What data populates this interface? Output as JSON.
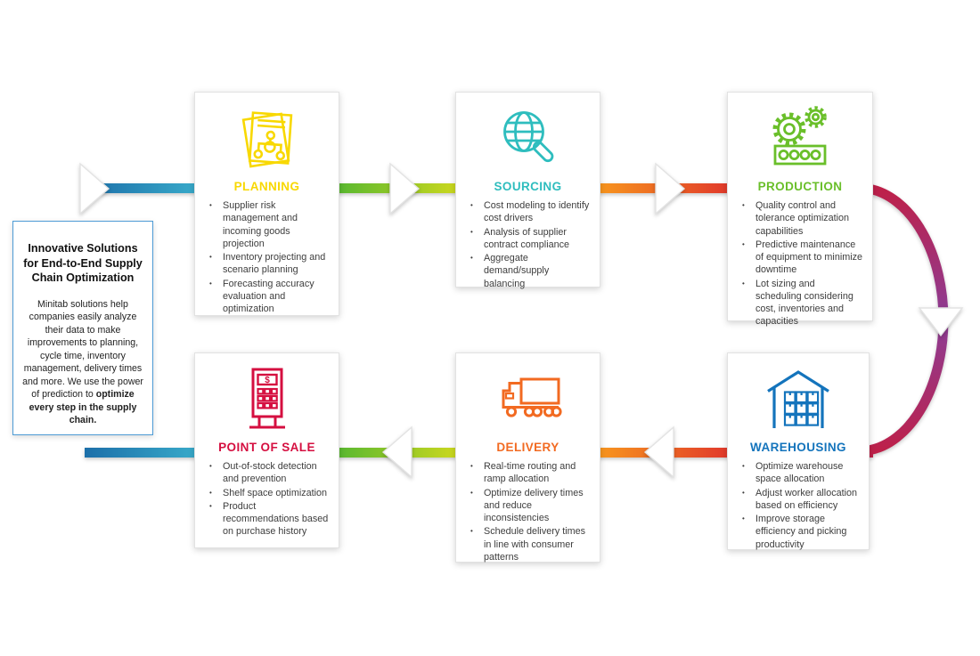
{
  "intro": {
    "title": "Innovative Solutions for End-to-End Supply Chain Optimization",
    "body": "Minitab solutions help companies easily analyze their data to make improvements to planning, cycle time, inventory management, delivery times and more. We use the power of prediction to ",
    "body_bold": "optimize every step in the supply chain."
  },
  "stages": [
    {
      "label": "PLANNING",
      "icon": "planning-documents-orgchart-icon",
      "color": "#F8D800",
      "bullets": [
        "Supplier risk management and incoming goods projection",
        "Inventory projecting and scenario planning",
        "Forecasting accuracy evaluation and optimization"
      ]
    },
    {
      "label": "SOURCING",
      "icon": "globe-magnifier-icon",
      "color": "#2EBDBE",
      "bullets": [
        "Cost modeling to identify cost drivers",
        "Analysis of supplier contract compliance",
        "Aggregate demand/supply balancing"
      ]
    },
    {
      "label": "PRODUCTION",
      "icon": "gears-machine-icon",
      "color": "#6ABF2A",
      "bullets": [
        "Quality control and tolerance optimization capabilities",
        "Predictive maintenance of equipment to minimize downtime",
        "Lot sizing and scheduling considering cost, inventories and capacities"
      ]
    },
    {
      "label": "WAREHOUSING",
      "icon": "warehouse-boxes-icon",
      "color": "#1474BC",
      "bullets": [
        "Optimize warehouse space allocation",
        "Adjust worker allocation based on efficiency",
        "Improve storage efficiency and picking productivity"
      ]
    },
    {
      "label": "DELIVERY",
      "icon": "delivery-truck-icon",
      "color": "#F26A21",
      "bullets": [
        "Real-time routing and ramp allocation",
        "Optimize delivery times and reduce inconsistencies",
        "Schedule delivery times in line with consumer patterns"
      ]
    },
    {
      "label": "POINT OF SALE",
      "icon": "pos-terminal-icon",
      "color": "#D50F40",
      "bullets": [
        "Out-of-stock detection and prevention",
        "Shelf space optimization",
        "Product recommendations based on purchase history"
      ]
    }
  ],
  "flow": {
    "bar_gradient": [
      "#1C6FA9",
      "#38A9C9",
      "#58B830",
      "#C9D71F",
      "#F7941E",
      "#E13A2B",
      "#BE2049"
    ],
    "arc_gradient": [
      "#BE2049",
      "#8C3D96",
      "#BE2049"
    ],
    "arrowhead_color": "#FFFFFF",
    "intro_border_color": "#4D9BD5"
  }
}
